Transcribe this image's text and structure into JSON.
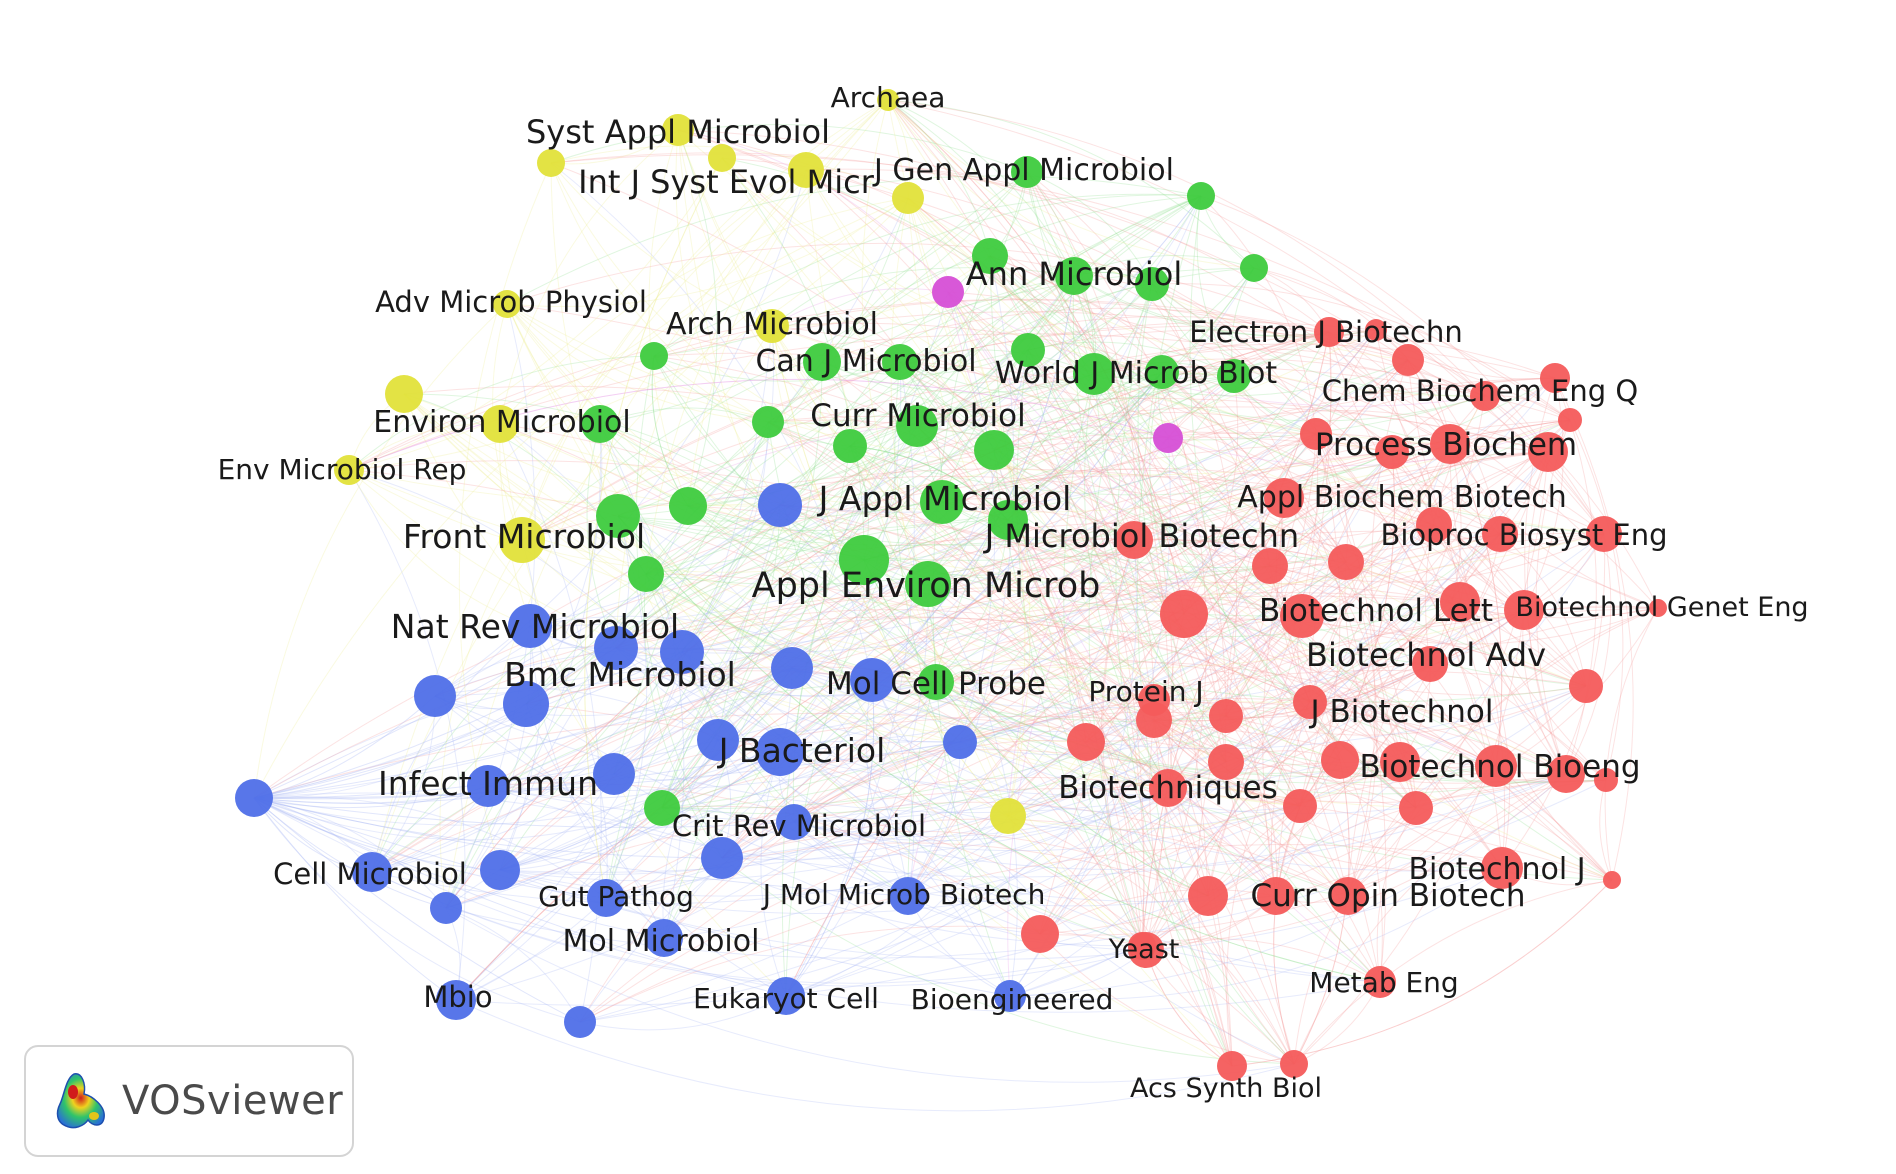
{
  "legend_colors": {
    "red": "#f45b5b",
    "green": "#3ecb3e",
    "blue": "#4f6fe8",
    "yellow": "#e2e23a",
    "purple": "#d64fd6"
  },
  "watermark": {
    "label": "VOSviewer",
    "icon": "vosviewer-logo-icon"
  },
  "labels": [
    "Archaea",
    "Syst Appl Microbiol",
    "Int J Syst Evol Micr",
    "J Gen Appl Microbiol",
    "Ann Microbiol",
    "Adv Microb Physiol",
    "Arch Microbiol",
    "Electron J Biotechn",
    "Can J Microbiol",
    "World J Microb Biot",
    "Chem Biochem Eng Q",
    "Environ Microbiol",
    "Curr Microbiol",
    "Process Biochem",
    "Env Microbiol Rep",
    "Appl Biochem Biotech",
    "J Appl Microbiol",
    "Front Microbiol",
    "J Microbiol Biotechn",
    "Bioproc Biosyst Eng",
    "Appl Environ Microb",
    "Biotechnol Lett",
    "Biotechnol Genet Eng",
    "Nat Rev Microbiol",
    "Biotechnol Adv",
    "Bmc Microbiol",
    "Mol Cell Probe",
    "Protein J",
    "J Biotechnol",
    "J Bacteriol",
    "Biotechnol Bioeng",
    "Infect Immun",
    "Biotechniques",
    "Crit Rev Microbiol",
    "Biotechnol J",
    "Cell Microbiol",
    "Gut Pathog",
    "J Mol Microb Biotech",
    "Curr Opin Biotech",
    "Yeast",
    "Mol Microbiol",
    "Metab Eng",
    "Mbio",
    "Eukaryot Cell",
    "Bioengineered",
    "Acs Synth Biol"
  ]
}
